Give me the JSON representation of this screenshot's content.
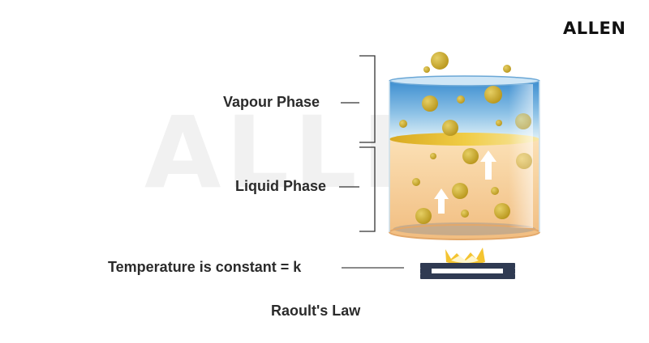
{
  "brand": {
    "logo_text": "ALLEN",
    "watermark_text": "ALLEN"
  },
  "labels": {
    "vapour_phase": "Vapour Phase",
    "liquid_phase": "Liquid Phase",
    "temperature": "Temperature is constant = k"
  },
  "title": "Raoult's Law",
  "colors": {
    "vapour": "#5aa0d8",
    "liquid": "#f2c38a",
    "liquid_surface": "#e8b830",
    "molecule": "#c9a92a",
    "burner": "#2f3a52",
    "flame": "#f4c430"
  }
}
